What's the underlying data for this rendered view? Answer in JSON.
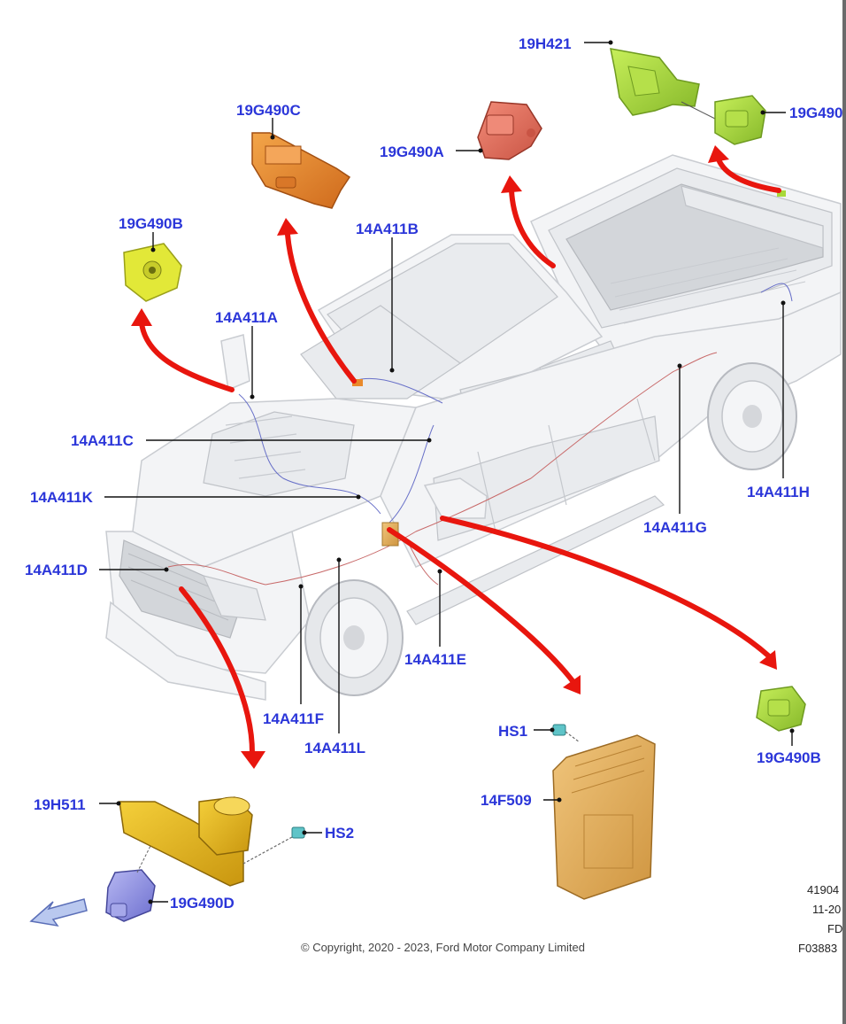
{
  "labels": {
    "l_19H421": "19H421",
    "l_19G490_top_right": "19G490",
    "l_19G490C": "19G490C",
    "l_19G490A": "19G490A",
    "l_19G490B_left": "19G490B",
    "l_14A411B": "14A411B",
    "l_14A411A": "14A411A",
    "l_14A411C": "14A411C",
    "l_14A411K": "14A411K",
    "l_14A411H": "14A411H",
    "l_14A411G": "14A411G",
    "l_14A411D": "14A411D",
    "l_14A411E": "14A411E",
    "l_14A411F": "14A411F",
    "l_14A411L": "14A411L",
    "l_HS1": "HS1",
    "l_14F509": "14F509",
    "l_19G490B_right": "19G490B",
    "l_19H511": "19H511",
    "l_HS2": "HS2",
    "l_19G490D": "19G490D"
  },
  "footer": {
    "copyright": "© Copyright, 2020 - 2023, Ford Motor Company Limited",
    "code_1": "41904",
    "code_2": "11-20",
    "code_3": "FD",
    "code_4": "F03883"
  },
  "colors": {
    "label": "#2b36d9",
    "arrow": "#e8160e",
    "module_lime": "#a8d93a",
    "module_orange": "#e98a2b",
    "module_salmon": "#e57362",
    "module_yellow": "#e2e838",
    "module_gold": "#e5b21f",
    "module_tan": "#e3ac5a",
    "module_purple": "#8f8fe0"
  }
}
